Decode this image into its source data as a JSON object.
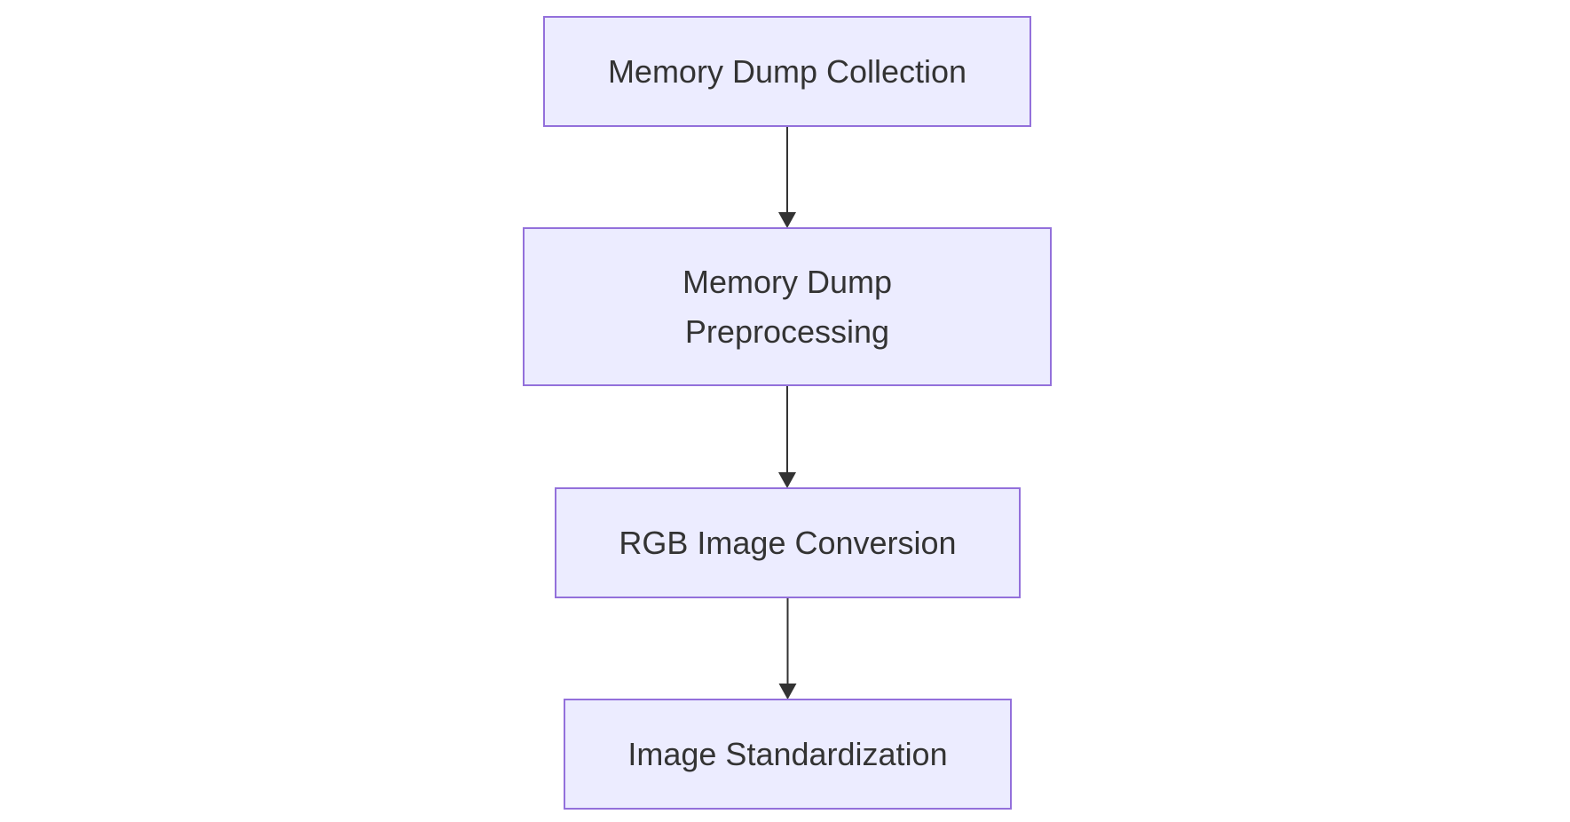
{
  "diagram": {
    "type": "flowchart",
    "direction": "top-to-bottom",
    "colors": {
      "node_fill": "#ececff",
      "node_border": "#9370db",
      "text": "#333333",
      "edge": "#333333",
      "background": "#ffffff"
    },
    "nodes": [
      {
        "id": "n1",
        "lines": [
          "Memory Dump Collection"
        ]
      },
      {
        "id": "n2",
        "lines": [
          "Memory Dump",
          "Preprocessing"
        ]
      },
      {
        "id": "n3",
        "lines": [
          "RGB Image Conversion"
        ]
      },
      {
        "id": "n4",
        "lines": [
          "Image Standardization"
        ]
      }
    ],
    "edges": [
      {
        "from": "n1",
        "to": "n2"
      },
      {
        "from": "n2",
        "to": "n3"
      },
      {
        "from": "n3",
        "to": "n4"
      }
    ]
  }
}
